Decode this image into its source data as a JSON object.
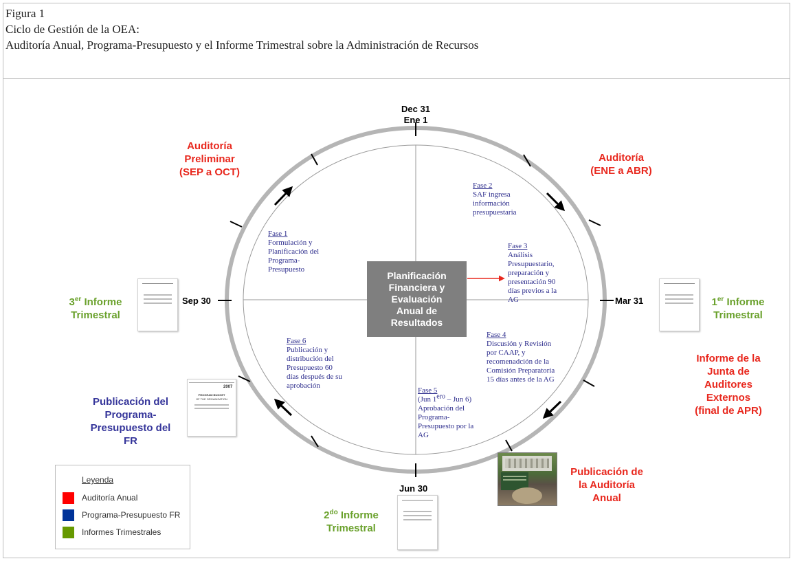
{
  "header": {
    "figure_label": "Figura 1",
    "title_line1": "Ciclo de Gestión de la OEA:",
    "title_line2": "Auditoría Anual, Programa-Presupuesto y el Informe Trimestral sobre la Administración de Recursos"
  },
  "colors": {
    "red": "#e8281e",
    "blue": "#1f2d8c",
    "green": "#6aa12c",
    "center_box": "#7f7f7f",
    "ring": "#b5b5b5",
    "arrow_red": "#e8281e"
  },
  "center": {
    "line1": "Planificación",
    "line2": "Financiera y",
    "line3": "Evaluación",
    "line4": "Anual de",
    "line5": "Resultados"
  },
  "dates": {
    "top_line1": "Dec 31",
    "top_line2": "Ene 1",
    "right": "Mar 31",
    "bottom": "Jun 30",
    "left": "Sep 30"
  },
  "phases": {
    "f1": {
      "title": "Fase 1",
      "l1": "Formulación y",
      "l2": "Planificación del",
      "l3": "Programa-",
      "l4": "Presupuesto"
    },
    "f2": {
      "title": "Fase 2",
      "l1": "SAF ingresa",
      "l2": "información",
      "l3": "presupuestaria"
    },
    "f3": {
      "title": "Fase 3",
      "l1": "Análisis",
      "l2": "Presupuestario,",
      "l3": "preparación y",
      "l4": "presentación 90",
      "l5": "días previos a la",
      "l6": "AG"
    },
    "f4": {
      "title": "Fase 4",
      "l1": "Discusión y Revisión",
      "l2": "por CAAP, y",
      "l3": "recomenadción de la",
      "l4": "Comisión Preparatoria",
      "l5": "15 días antes de la AG"
    },
    "f5": {
      "title": "Fase 5",
      "l1a": "(Jun 1",
      "l1sup": "ero",
      "l1b": " – Jun 6)",
      "l2": "Aprobación del",
      "l3": "Programa-",
      "l4": "Presupuesto por la",
      "l5": "AG"
    },
    "f6": {
      "title": "Fase 6",
      "l1": "Publicación y",
      "l2": "distribución del",
      "l3": "Presupuesto 60",
      "l4": "días después de su",
      "l5": "aprobación"
    }
  },
  "outer": {
    "aud_prelim": {
      "l1": "Auditoría",
      "l2": "Preliminar",
      "l3": "(SEP a OCT)"
    },
    "aud_ene": {
      "l1": "Auditoría",
      "l2": "(ENE a ABR)"
    },
    "inf1": {
      "n": "1",
      "sup": "er",
      "l1": " Informe",
      "l2": "Trimestral"
    },
    "inf2": {
      "n": "2",
      "sup": "do",
      "l1": " Informe",
      "l2": "Trimestral"
    },
    "inf3": {
      "n": "3",
      "sup": "er",
      "l1": " Informe",
      "l2": "Trimestral"
    },
    "junta": {
      "l1": "Informe de la",
      "l2": "Junta de",
      "l3": "Auditores",
      "l4": "Externos",
      "l5": "(final de APR)"
    },
    "pub_aud": {
      "l1": "Publicación de",
      "l2": "la Auditoría",
      "l3": "Anual"
    },
    "pub_prog": {
      "l1": "Publicación del",
      "l2": "Programa-",
      "l3": "Presupuesto del",
      "l4": "FR"
    }
  },
  "thumbnails": {
    "budget_doc": {
      "heading": "PROGRAM BUDGET",
      "heading2": "OF THE ORGANIZATION",
      "year": "2007"
    }
  },
  "legend": {
    "title": "Leyenda",
    "items": [
      {
        "label": "Auditoría Anual",
        "color": "#ff0000"
      },
      {
        "label": "Programa-Presupuesto FR",
        "color": "#003399"
      },
      {
        "label": "Informes Trimestrales",
        "color": "#669900"
      }
    ]
  }
}
